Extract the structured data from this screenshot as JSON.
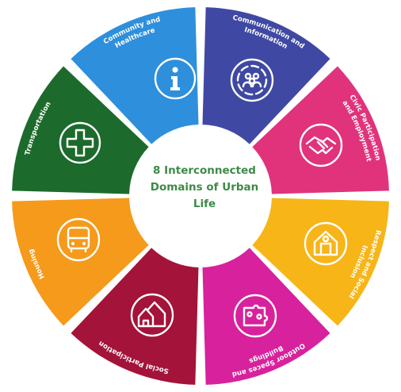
{
  "center": {
    "line1": "8 Interconnected",
    "line2": "Domains of Urban",
    "line3": "Life"
  },
  "segments": [
    {
      "id": "communication",
      "label_lines": [
        "Communication and",
        "Information"
      ],
      "color": "#3f49a3",
      "icon": "info-icon"
    },
    {
      "id": "civic",
      "label_lines": [
        "Civic Participation",
        "and Employment"
      ],
      "color": "#e0337c",
      "icon": "people-cycle-icon"
    },
    {
      "id": "respect",
      "label_lines": [
        "Respect and Social",
        "Inclusion"
      ],
      "color": "#f7b518",
      "icon": "handshake-icon"
    },
    {
      "id": "outdoor",
      "label_lines": [
        "Outdoor Spaces and",
        "Buildings"
      ],
      "color": "#d8219c",
      "icon": "building-icon"
    },
    {
      "id": "social",
      "label_lines": [
        "Social Participation"
      ],
      "color": "#a41339",
      "icon": "puzzle-people-icon"
    },
    {
      "id": "housing",
      "label_lines": [
        "Housing"
      ],
      "color": "#f59a1b",
      "icon": "houses-icon"
    },
    {
      "id": "transportation",
      "label_lines": [
        "Transportation"
      ],
      "color": "#1d6b2c",
      "icon": "bus-icon"
    },
    {
      "id": "community",
      "label_lines": [
        "Community and",
        "Healthcare"
      ],
      "color": "#2e8fdc",
      "icon": "medical-cross-icon"
    }
  ]
}
